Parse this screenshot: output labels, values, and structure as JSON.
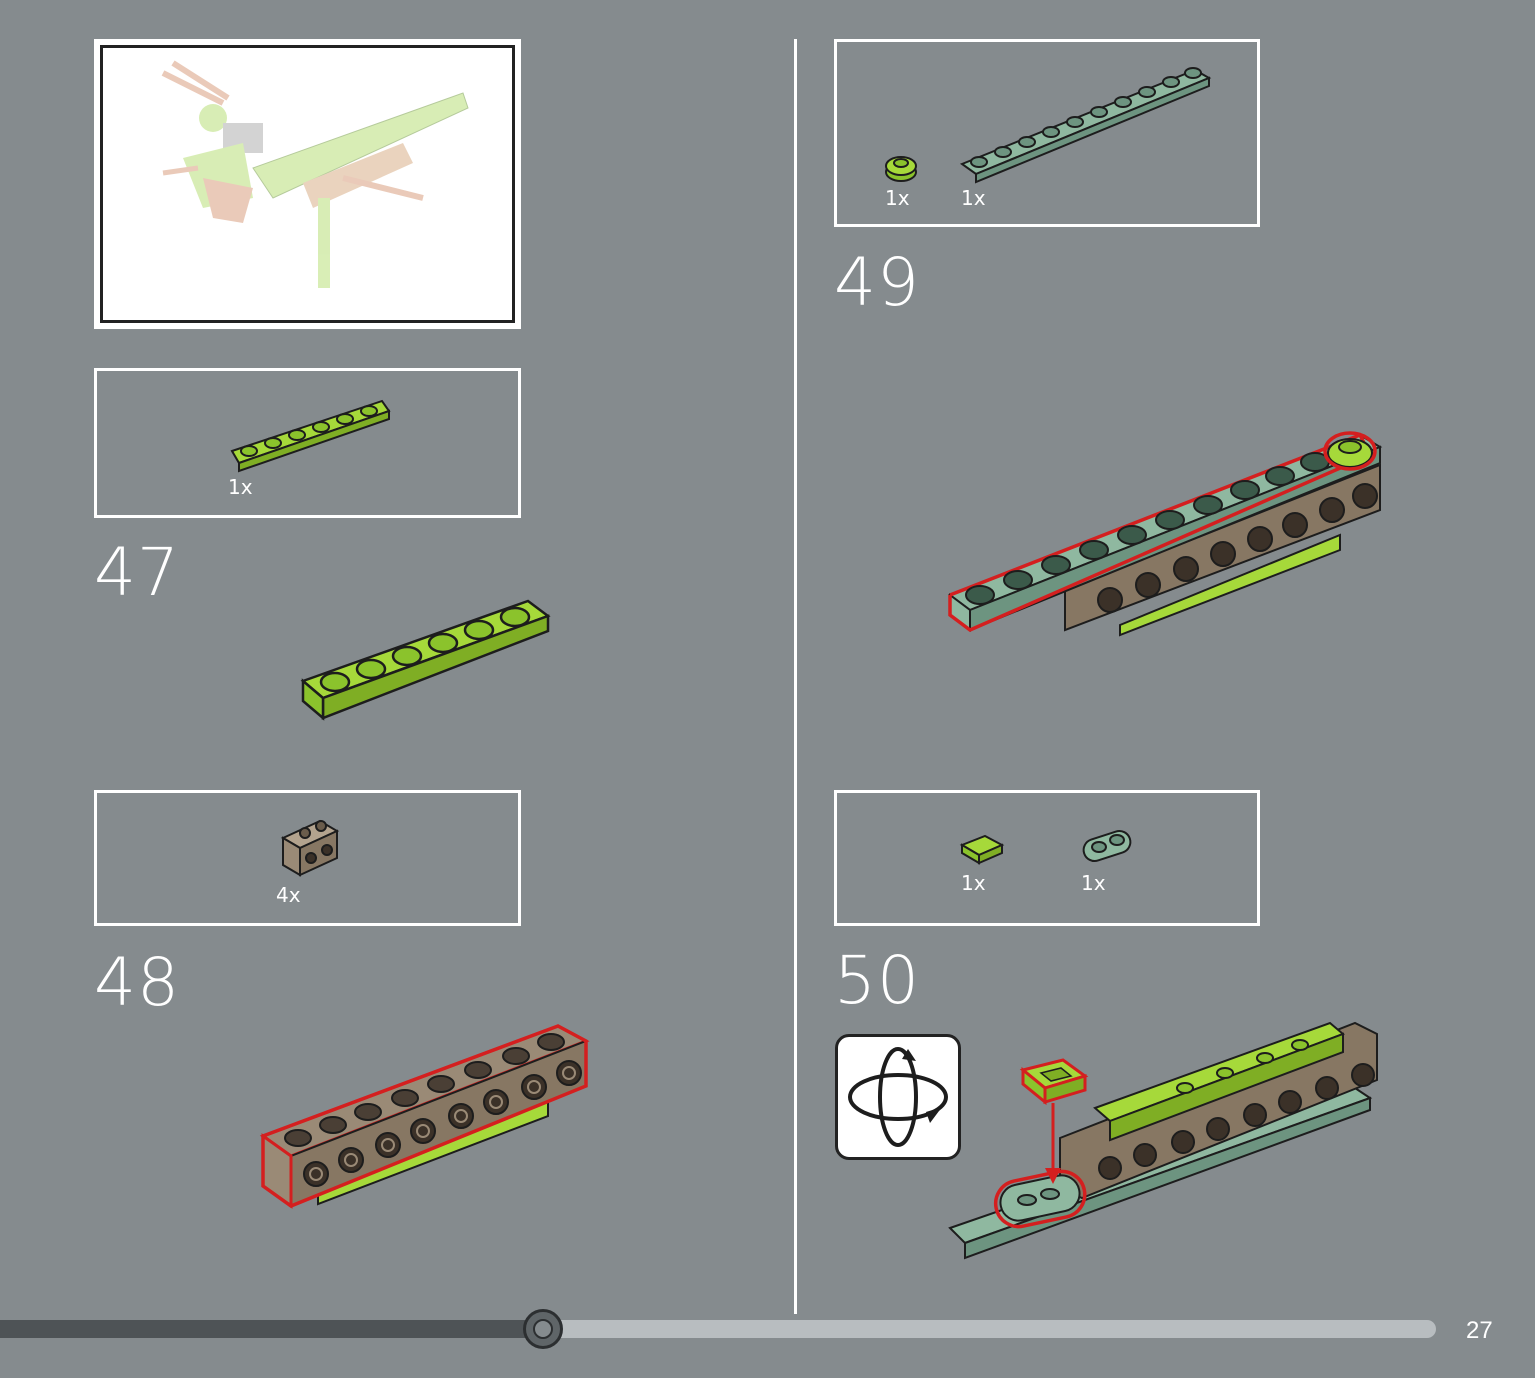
{
  "page": {
    "number": "27"
  },
  "steps": [
    {
      "number": "47",
      "parts": [
        {
          "qty": "1x",
          "part": "lime-plate-1x6"
        }
      ]
    },
    {
      "number": "48",
      "parts": [
        {
          "qty": "4x",
          "part": "tan-brick-1x2-studs-side"
        }
      ]
    },
    {
      "number": "49",
      "parts": [
        {
          "qty": "1x",
          "part": "lime-round-plate"
        },
        {
          "qty": "1x",
          "part": "sand-green-plate-1x10"
        }
      ]
    },
    {
      "number": "50",
      "parts": [
        {
          "qty": "1x",
          "part": "lime-tile-1x1"
        },
        {
          "qty": "1x",
          "part": "sand-green-plate-1x2-rounded"
        }
      ]
    }
  ],
  "progress": {
    "fraction": 0.35
  },
  "colors": {
    "background": "#858b8e",
    "lime": "#a6d93a",
    "tan": "#9a8a76",
    "sand_green": "#8fb8a0",
    "highlight": "#d41f1f"
  },
  "icons": {
    "rotate": "rotate-model-icon"
  }
}
